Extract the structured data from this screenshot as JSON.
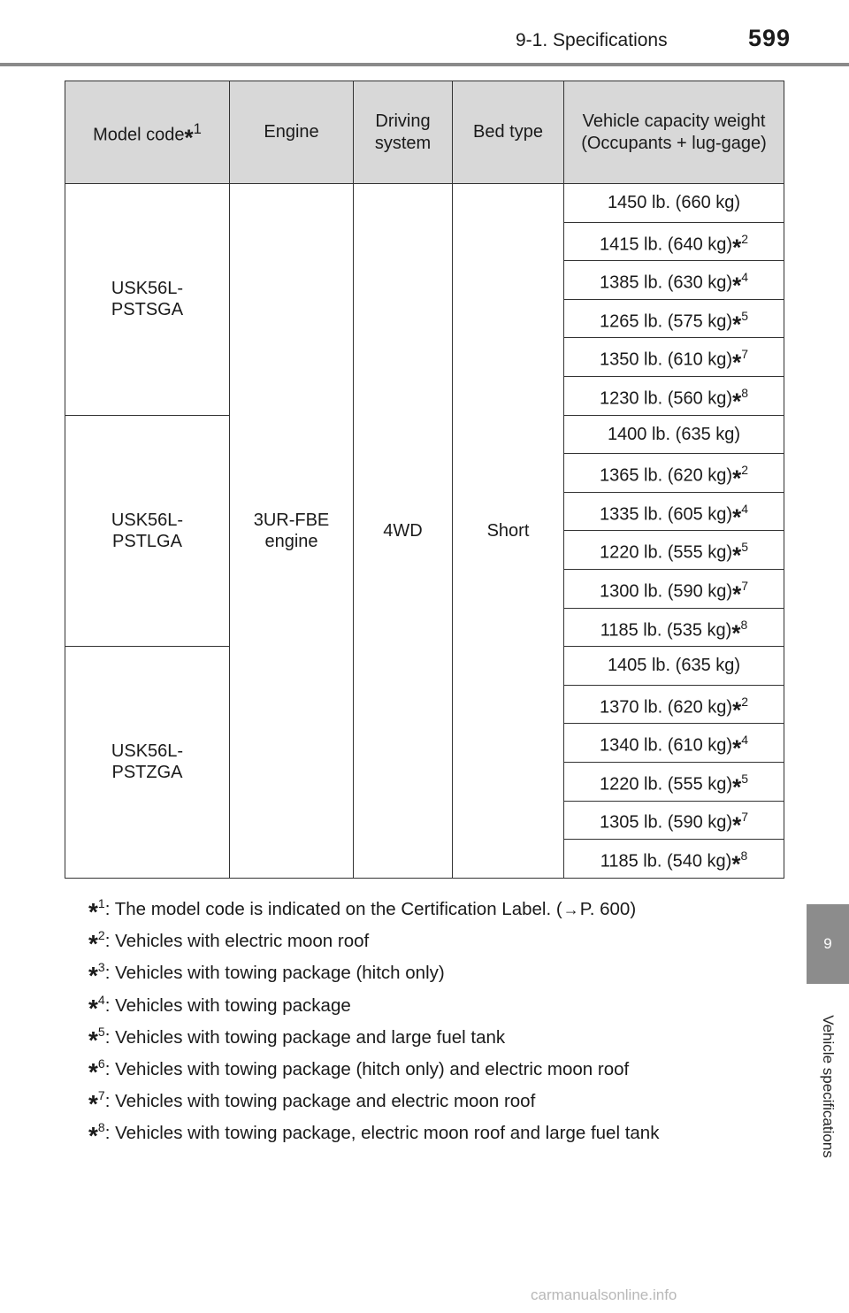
{
  "header": {
    "section": "9-1. Specifications",
    "page_number": "599"
  },
  "side_tab": {
    "number": "9",
    "label": "Vehicle specifications"
  },
  "table": {
    "headers": {
      "model_code": "Model code",
      "model_code_ref": "1",
      "engine": "Engine",
      "driving_system": "Driving system",
      "bed_type": "Bed type",
      "capacity": "Vehicle capacity weight (Occupants + lug-gage)"
    },
    "engine": "3UR-FBE engine",
    "driving_system": "4WD",
    "bed_type": "Short",
    "models": [
      {
        "code": "USK56L-PSTSGA",
        "capacities": [
          {
            "value": "1450 lb. (660 kg)",
            "ref": ""
          },
          {
            "value": "1415 lb. (640 kg)",
            "ref": "2"
          },
          {
            "value": "1385 lb. (630 kg)",
            "ref": "4"
          },
          {
            "value": "1265 lb. (575 kg)",
            "ref": "5"
          },
          {
            "value": "1350 lb. (610 kg)",
            "ref": "7"
          },
          {
            "value": "1230 lb. (560 kg)",
            "ref": "8"
          }
        ]
      },
      {
        "code": "USK56L-PSTLGA",
        "capacities": [
          {
            "value": "1400 lb. (635 kg)",
            "ref": ""
          },
          {
            "value": "1365 lb. (620 kg)",
            "ref": "2"
          },
          {
            "value": "1335 lb. (605 kg)",
            "ref": "4"
          },
          {
            "value": "1220 lb. (555 kg)",
            "ref": "5"
          },
          {
            "value": "1300 lb. (590 kg)",
            "ref": "7"
          },
          {
            "value": "1185 lb. (535 kg)",
            "ref": "8"
          }
        ]
      },
      {
        "code": "USK56L-PSTZGA",
        "capacities": [
          {
            "value": "1405 lb. (635 kg)",
            "ref": ""
          },
          {
            "value": "1370 lb. (620 kg)",
            "ref": "2"
          },
          {
            "value": "1340 lb. (610 kg)",
            "ref": "4"
          },
          {
            "value": "1220 lb. (555 kg)",
            "ref": "5"
          },
          {
            "value": "1305 lb. (590 kg)",
            "ref": "7"
          },
          {
            "value": "1185 lb. (540 kg)",
            "ref": "8"
          }
        ]
      }
    ]
  },
  "footnotes": [
    {
      "ref": "1",
      "text_before": ": The model code is indicated on the Certification Label. (",
      "page_ref": "P. 600",
      "text_after": ")"
    },
    {
      "ref": "2",
      "text_before": ": Vehicles with electric moon roof",
      "page_ref": "",
      "text_after": ""
    },
    {
      "ref": "3",
      "text_before": ": Vehicles with towing package (hitch only)",
      "page_ref": "",
      "text_after": ""
    },
    {
      "ref": "4",
      "text_before": ": Vehicles with towing package",
      "page_ref": "",
      "text_after": ""
    },
    {
      "ref": "5",
      "text_before": ": Vehicles with towing package and large fuel tank",
      "page_ref": "",
      "text_after": ""
    },
    {
      "ref": "6",
      "text_before": ": Vehicles with towing package (hitch only) and electric moon roof",
      "page_ref": "",
      "text_after": ""
    },
    {
      "ref": "7",
      "text_before": ": Vehicles with towing package and electric moon roof",
      "page_ref": "",
      "text_after": ""
    },
    {
      "ref": "8",
      "text_before": ": Vehicles with towing package, electric moon roof and large fuel tank",
      "page_ref": "",
      "text_after": ""
    }
  ],
  "watermark": "carmanualsonline.info"
}
